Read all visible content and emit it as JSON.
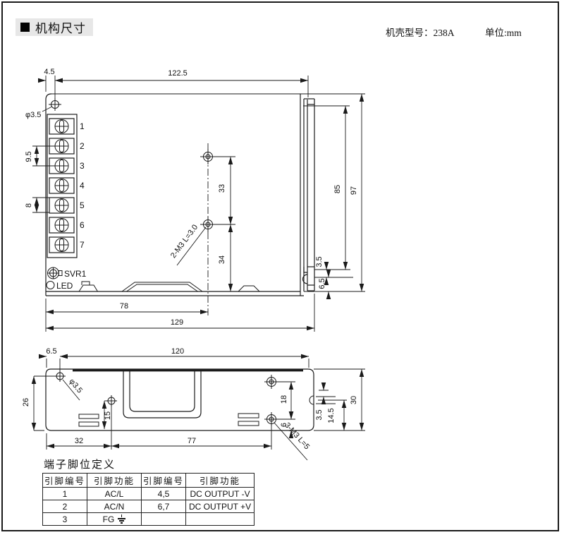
{
  "header": {
    "title": "机构尺寸",
    "model_label": "机壳型号：238A",
    "unit_label": "单位:mm"
  },
  "top": {
    "d45": "4.5",
    "d1225": "122.5",
    "phi": "φ3.5",
    "d95": "9.5",
    "d8": "8",
    "d33": "33",
    "d34": "34",
    "d85": "85",
    "d97": "97",
    "d35": "3.5",
    "d65": "6.5",
    "d78": "78",
    "d129": "129",
    "m3": "2-M3 L=3.0",
    "svr": "SVR1",
    "led": "LED",
    "terminals": [
      "1",
      "2",
      "3",
      "4",
      "5",
      "6",
      "7"
    ]
  },
  "side": {
    "d65": "6.5",
    "d120": "120",
    "d26": "26",
    "phi": "φ3.5",
    "d15": "15",
    "d18": "18",
    "d6": "6",
    "d32": "32",
    "d77": "77",
    "d35": "3.5",
    "d145": "14.5",
    "d30": "30",
    "m3": "3-M3 L=5"
  },
  "pin_table": {
    "title": "端子脚位定义",
    "headers": [
      "引脚编号",
      "引脚功能",
      "引脚编号",
      "引脚功能"
    ],
    "rows": [
      {
        "no": "1",
        "fn": "AC/L",
        "no2": "4,5",
        "fn2": "DC OUTPUT -V"
      },
      {
        "no": "2",
        "fn": "AC/N",
        "no2": "6,7",
        "fn2": "DC OUTPUT +V"
      },
      {
        "no": "3",
        "fn": "FG",
        "no2": "",
        "fn2": ""
      }
    ]
  },
  "colors": {
    "line": "#1a1a1a",
    "title_bg": "#e7e7e7"
  }
}
